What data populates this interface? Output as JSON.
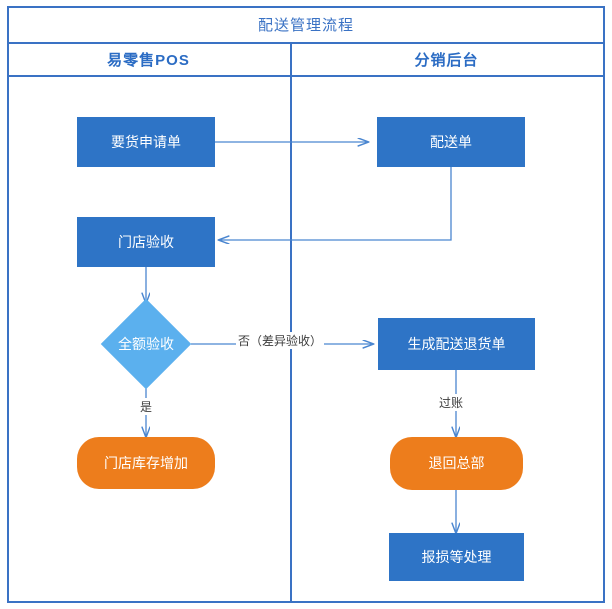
{
  "diagram": {
    "title": "配送管理流程",
    "lanes": [
      {
        "id": "pos",
        "label": "易零售POS"
      },
      {
        "id": "back",
        "label": "分销后台"
      }
    ],
    "colors": {
      "frame_border": "#3A72C4",
      "title_text": "#3A72C4",
      "lane_header_text": "#2B6CC4",
      "process_fill": "#2E74C6",
      "decision_fill": "#5BB0EE",
      "terminator_fill": "#ED7D1C",
      "node_text": "#FFFFFF",
      "connector": "#3A72C4",
      "edge_label_text": "#3C3C3C"
    },
    "nodes": [
      {
        "id": "n1",
        "lane": "pos",
        "shape": "rect",
        "label": "要货申请单"
      },
      {
        "id": "n2",
        "lane": "back",
        "shape": "rect",
        "label": "配送单"
      },
      {
        "id": "n3",
        "lane": "pos",
        "shape": "rect",
        "label": "门店验收"
      },
      {
        "id": "n4",
        "lane": "pos",
        "shape": "diamond",
        "label": "全额验收"
      },
      {
        "id": "n5",
        "lane": "back",
        "shape": "rect",
        "label": "生成配送退货单"
      },
      {
        "id": "n6",
        "lane": "pos",
        "shape": "round",
        "label": "门店库存增加"
      },
      {
        "id": "n7",
        "lane": "back",
        "shape": "round",
        "label": "退回总部"
      },
      {
        "id": "n8",
        "lane": "back",
        "shape": "rect",
        "label": "报损等处理"
      }
    ],
    "edges": [
      {
        "id": "e1",
        "from": "n1",
        "to": "n2",
        "label": ""
      },
      {
        "id": "e2",
        "from": "n2",
        "to": "n3",
        "label": ""
      },
      {
        "id": "e3",
        "from": "n3",
        "to": "n4",
        "label": ""
      },
      {
        "id": "e4",
        "from": "n4",
        "to": "n5",
        "label": "否（差异验收）"
      },
      {
        "id": "e5",
        "from": "n4",
        "to": "n6",
        "label": "是"
      },
      {
        "id": "e6",
        "from": "n5",
        "to": "n7",
        "label": "过账"
      },
      {
        "id": "e7",
        "from": "n7",
        "to": "n8",
        "label": ""
      }
    ]
  }
}
